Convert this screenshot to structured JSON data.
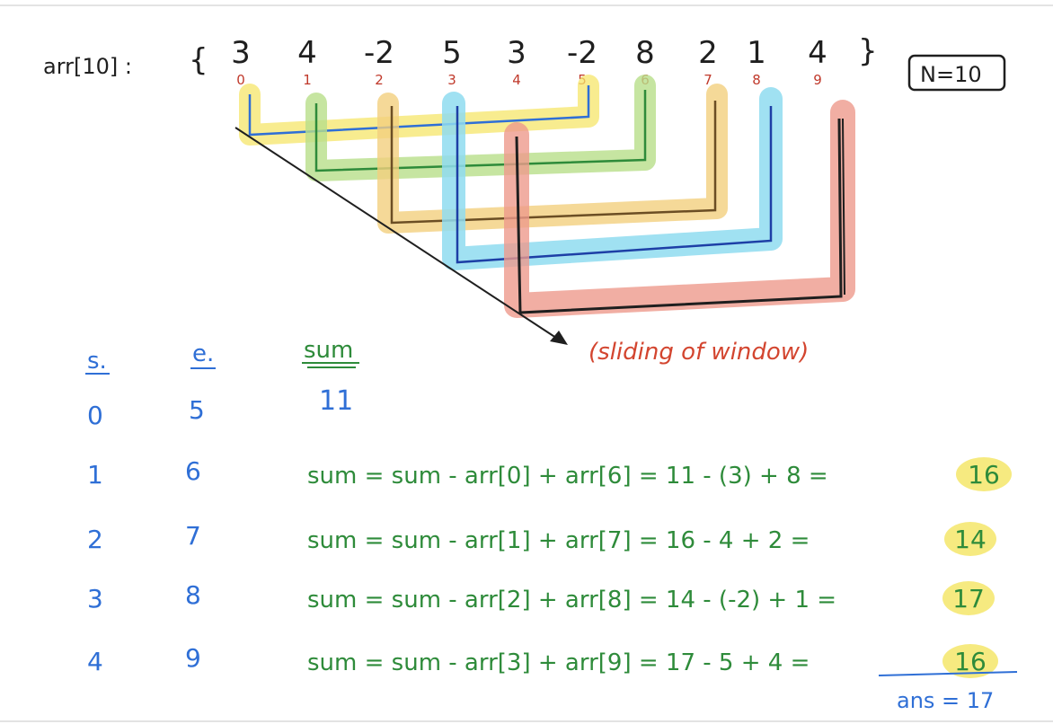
{
  "array": {
    "label": "arr[10] :",
    "open_brace": "{",
    "close_brace": "}",
    "values": [
      "3",
      "4",
      "-2",
      "5",
      "3",
      "-2",
      "8",
      "2",
      "1",
      "4"
    ],
    "indices": [
      "0",
      "1",
      "2",
      "3",
      "4",
      "5",
      "6",
      "7",
      "8",
      "9"
    ]
  },
  "n_box": "N=10",
  "sliding_note": "(sliding of window)",
  "table": {
    "headers": {
      "s": "s.",
      "e": "e.",
      "sum": "sum"
    },
    "initial": {
      "s": "0",
      "e": "5",
      "sum": "11"
    },
    "rows": [
      {
        "s": "1",
        "e": "6",
        "formula": "sum = sum - arr[0] + arr[6] = 11 - (3) + 8 =",
        "result": "16"
      },
      {
        "s": "2",
        "e": "7",
        "formula": "sum = sum - arr[1] + arr[7] = 16 - 4 + 2 =",
        "result": "14"
      },
      {
        "s": "3",
        "e": "8",
        "formula": "sum = sum - arr[2] + arr[8] = 14 - (-2) + 1 =",
        "result": "17"
      },
      {
        "s": "4",
        "e": "9",
        "formula": "sum = sum - arr[3] + arr[9] = 17 - 5 + 4 =",
        "result": "16"
      }
    ]
  },
  "answer": "ans = 17",
  "colors": {
    "yellow": "#f5e66a",
    "green": "#b8df8a",
    "orange": "#f3cf7e",
    "cyan": "#8fdcf0",
    "red": "#ee9a8c",
    "ink_blue": "#2f6fd6",
    "ink_green": "#2e8b3a",
    "ink_red": "#d3452f",
    "ink_black": "#1f1f1f"
  }
}
